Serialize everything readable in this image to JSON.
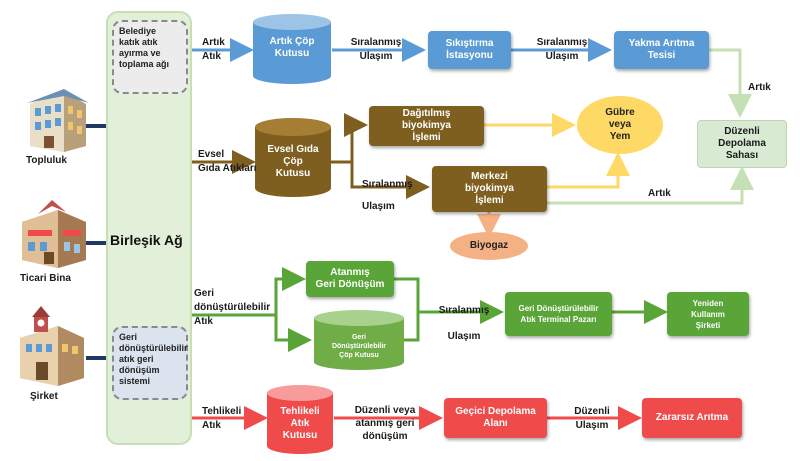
{
  "sources": [
    {
      "id": "community",
      "label": "Topluluk"
    },
    {
      "id": "commercial",
      "label": "Ticari Bina"
    },
    {
      "id": "company",
      "label": "Şirket"
    }
  ],
  "bus": {
    "label": "Birleşik Ağ",
    "municipal_note": "Belediye\nkatık atık\nayırma ve\ntoplama ağı",
    "recycle_note": "Geri\ndönüştürülebilir\natık geri\ndönüşüm\nsistemi"
  },
  "row1": {
    "input_label": "Artık\nAtık",
    "bin": "Artık Çöp\nKutusu",
    "flow1": "Sıralanmış\nUlaşım",
    "station": "Sıkıştırma\nİstasyonu",
    "flow2": "Sıralanmış\nUlaşım",
    "incinerator": "Yakma Arıtma\nTesisi",
    "to_landfill": "Artık",
    "landfill": "Düzenli\nDepolama\nSahası"
  },
  "row2": {
    "input_label": "Evsel\nGıda Atıkları",
    "bin": "Evsel Gıda\nÇöp\nKutusu",
    "distributed": "Dağıtılmış\nbiyokimya\nİşlemi",
    "flow": "Sıralanmış\nUlaşım",
    "central": "Merkezi\nbiyokimya\nİşlemi",
    "fertilizer": "Gübre\nveya\nYem",
    "biogas": "Biyogaz",
    "to_landfill": "Artık"
  },
  "row3": {
    "input_label": "Geri\ndönüştürülebilir\nAtık",
    "assigned": "Atanmış\nGeri Dönüşüm",
    "bin": "Geri\nDönüştürülebilir\nÇöp Kutusu",
    "flow": "Sıralanmış\nUlaşım",
    "market": "Geri Dönüştürülebilir\nAtık Terminal Pazarı",
    "reuse": "Yeniden\nKullanım\nŞirketi"
  },
  "row4": {
    "input_label": "Tehlikeli\nAtık",
    "bin": "Tehlikeli\nAtık\nKutusu",
    "flow1": "Düzenli veya\natanmış geri\ndönüşüm",
    "temp_storage": "Geçici Depolama\nAlanı",
    "flow2": "Düzenli\nUlaşım",
    "harmless": "Zararsız Arıtma"
  },
  "colors": {
    "blue": "#5b9bd5",
    "brown": "#7f5f1f",
    "green": "#5aa537",
    "red": "#f04b4b",
    "light_green": "#d9ead3",
    "orange": "#f4b183",
    "yellow": "#ffd966"
  }
}
